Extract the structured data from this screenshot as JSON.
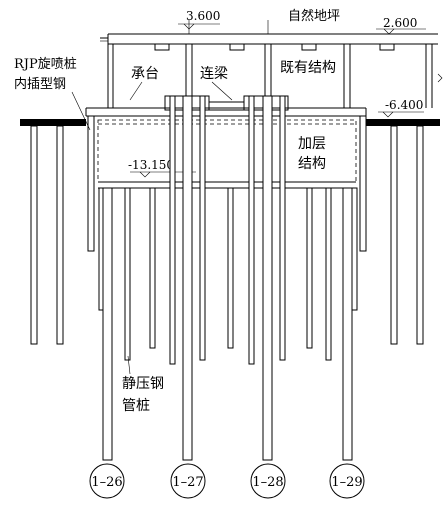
{
  "labels": {
    "elev_top": "3.600",
    "natural_ground": "自然地坪",
    "elev_right": "2.600",
    "existing_structure": "既有结构",
    "pile_cap": "承台",
    "tie_beam": "连梁",
    "rjp_line1": "RJP旋喷桩",
    "rjp_line2": "内插型钢",
    "elev_mid": "-6.400",
    "added_floor_line1": "加层",
    "added_floor_line2": "结构",
    "elev_bottom": "-13.150",
    "static_pile_line1": "静压钢",
    "static_pile_line2": "管桩"
  },
  "axes": [
    {
      "id": "1-26",
      "label": "1–26"
    },
    {
      "id": "1-27",
      "label": "1–27"
    },
    {
      "id": "1-28",
      "label": "1–28"
    },
    {
      "id": "1-29",
      "label": "1–29"
    }
  ]
}
